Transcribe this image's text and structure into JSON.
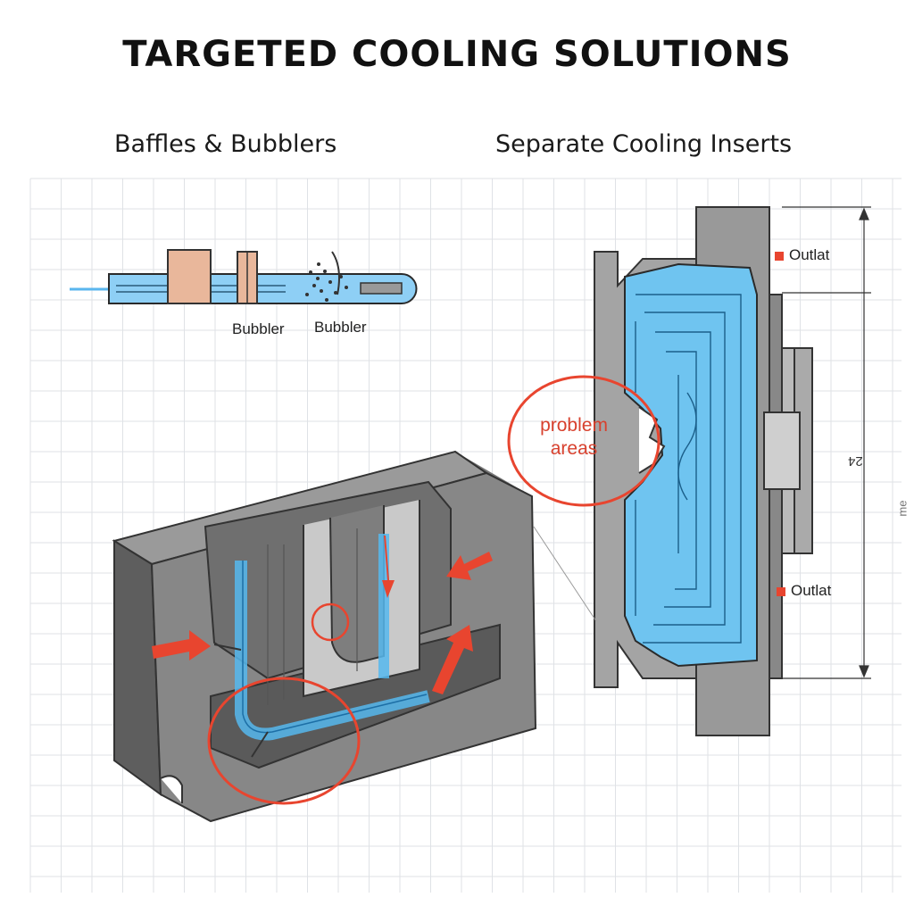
{
  "title": "TARGETED COOLING SOLUTIONS",
  "left_panel": {
    "heading": "Baffles & Bubblers",
    "label_1": "Bubbler",
    "label_2": "Bubbler"
  },
  "right_panel": {
    "heading": "Separate Cooling Inserts",
    "outlet_top": "Outlat",
    "outlet_bottom": "Outlat",
    "problem_line1": "problem",
    "problem_line2": "areas",
    "dimension_text": "24",
    "edge_text": "ǝɯ"
  },
  "colors": {
    "coolant": "#56b8ee",
    "highlight": "#e8452f",
    "steel": "#8c8c8c",
    "grid": "#d9dde3"
  }
}
